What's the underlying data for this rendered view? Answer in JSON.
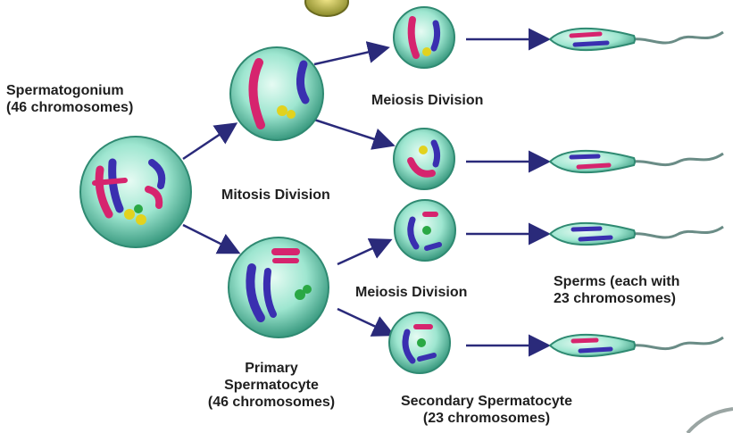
{
  "labels": {
    "spermatogonium": [
      "Spermatogonium",
      "(46 chromosomes)"
    ],
    "mitosis": "Mitosis Division",
    "meiosis_top": "Meiosis Division",
    "meiosis_bottom": "Meiosis Division",
    "primary": [
      "Primary",
      "Spermatocyte",
      "(46 chromosomes)"
    ],
    "secondary": [
      "Secondary Spermatocyte",
      "(23 chromosomes)"
    ],
    "sperms": [
      "Sperms (each with",
      "23 chromosomes)"
    ]
  },
  "colors": {
    "cell_fill": "#8fe0c9",
    "cell_edge": "#2f8a72",
    "chromosome_red": "#d6246e",
    "chromosome_blue": "#3a2fb0",
    "chromosome_yellow": "#e2d21e",
    "chromosome_green": "#2aa844",
    "arrow": "#2a2a7a",
    "tail": "#6a8c86"
  }
}
